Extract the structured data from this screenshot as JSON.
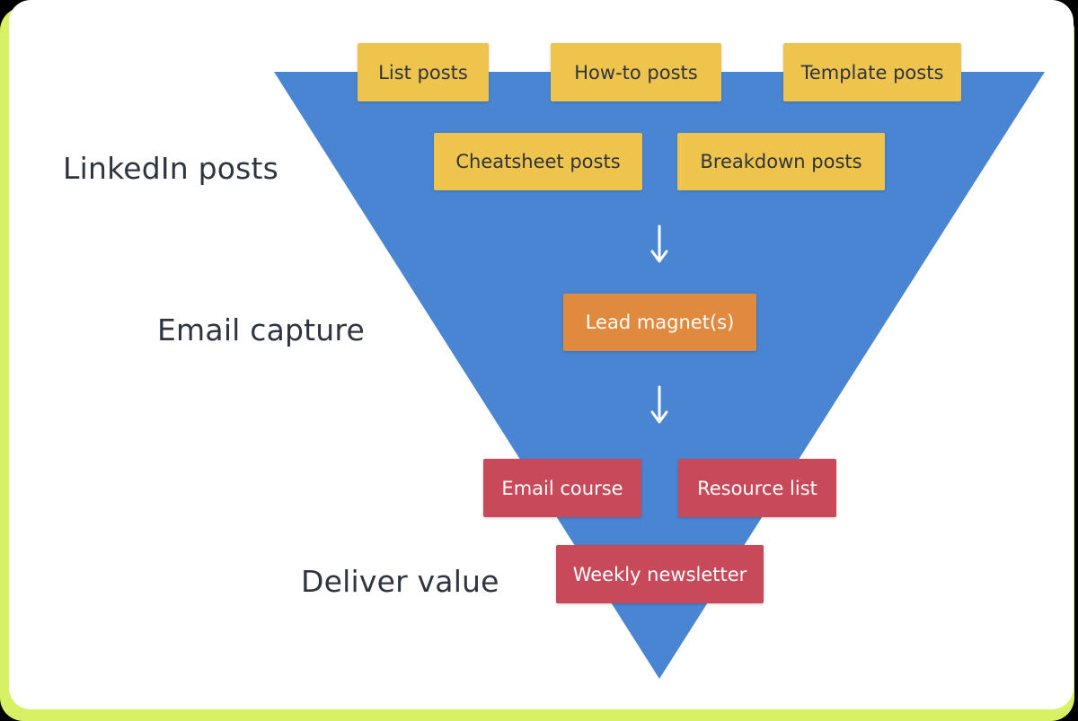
{
  "colors": {
    "funnel": "#4a85d3",
    "post_box": "#efc44c",
    "capture_box": "#df8a3f",
    "value_box": "#c84a5a",
    "arrow": "#ffffff"
  },
  "stages": [
    {
      "label": "LinkedIn posts"
    },
    {
      "label": "Email capture"
    },
    {
      "label": "Deliver value"
    }
  ],
  "linkedin_posts": [
    {
      "label": "List posts"
    },
    {
      "label": "How-to posts"
    },
    {
      "label": "Template posts"
    },
    {
      "label": "Cheatsheet posts"
    },
    {
      "label": "Breakdown posts"
    }
  ],
  "email_capture": [
    {
      "label": "Lead magnet(s)"
    }
  ],
  "deliver_value": [
    {
      "label": "Email course"
    },
    {
      "label": "Resource list"
    },
    {
      "label": "Weekly newsletter"
    }
  ],
  "arrows": [
    {
      "from": "linkedin_posts",
      "to": "email_capture",
      "icon": "arrow-down-icon"
    },
    {
      "from": "email_capture",
      "to": "deliver_value",
      "icon": "arrow-down-icon"
    }
  ]
}
